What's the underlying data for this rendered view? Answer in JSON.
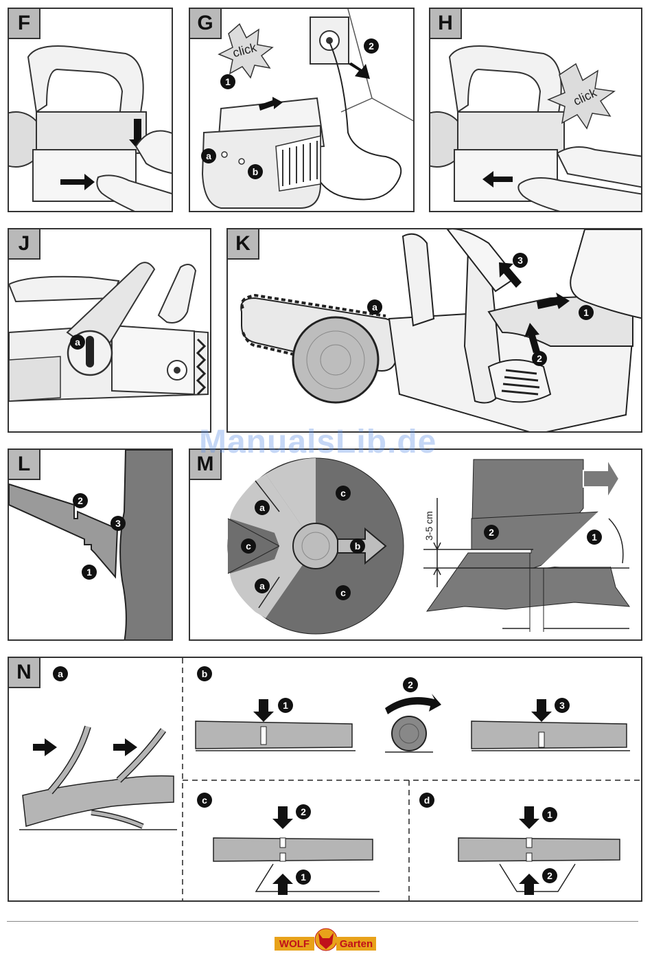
{
  "panels": {
    "F": {
      "label": "F"
    },
    "G": {
      "label": "G",
      "click": "click",
      "callouts": [
        "1",
        "2",
        "a",
        "b"
      ]
    },
    "H": {
      "label": "H",
      "click": "click"
    },
    "J": {
      "label": "J",
      "callouts": [
        "a"
      ]
    },
    "K": {
      "label": "K",
      "callouts": [
        "a",
        "1",
        "2",
        "3"
      ]
    },
    "L": {
      "label": "L",
      "callouts": [
        "1",
        "2",
        "3"
      ]
    },
    "M": {
      "label": "M",
      "callouts": [
        "a",
        "a",
        "b",
        "c",
        "c",
        "c",
        "1",
        "2"
      ],
      "dimension": "3-5 cm"
    },
    "N": {
      "label": "N",
      "sub_a": "a",
      "sub_b": "b",
      "sub_c": "c",
      "sub_d": "d",
      "b_steps": [
        "1",
        "2",
        "3"
      ],
      "c_steps": [
        "2",
        "1"
      ],
      "d_steps": [
        "1",
        "2"
      ]
    }
  },
  "watermark": "ManualsLib.de",
  "logo": {
    "left": "WOLF",
    "right": "Garten"
  },
  "colors": {
    "panel_label_bg": "#b9b9b9",
    "dark_zone": "#6e6e6e",
    "light_zone": "#c8c8c8",
    "logo_yellow": "#e8a21a",
    "logo_red": "#c0111a"
  }
}
